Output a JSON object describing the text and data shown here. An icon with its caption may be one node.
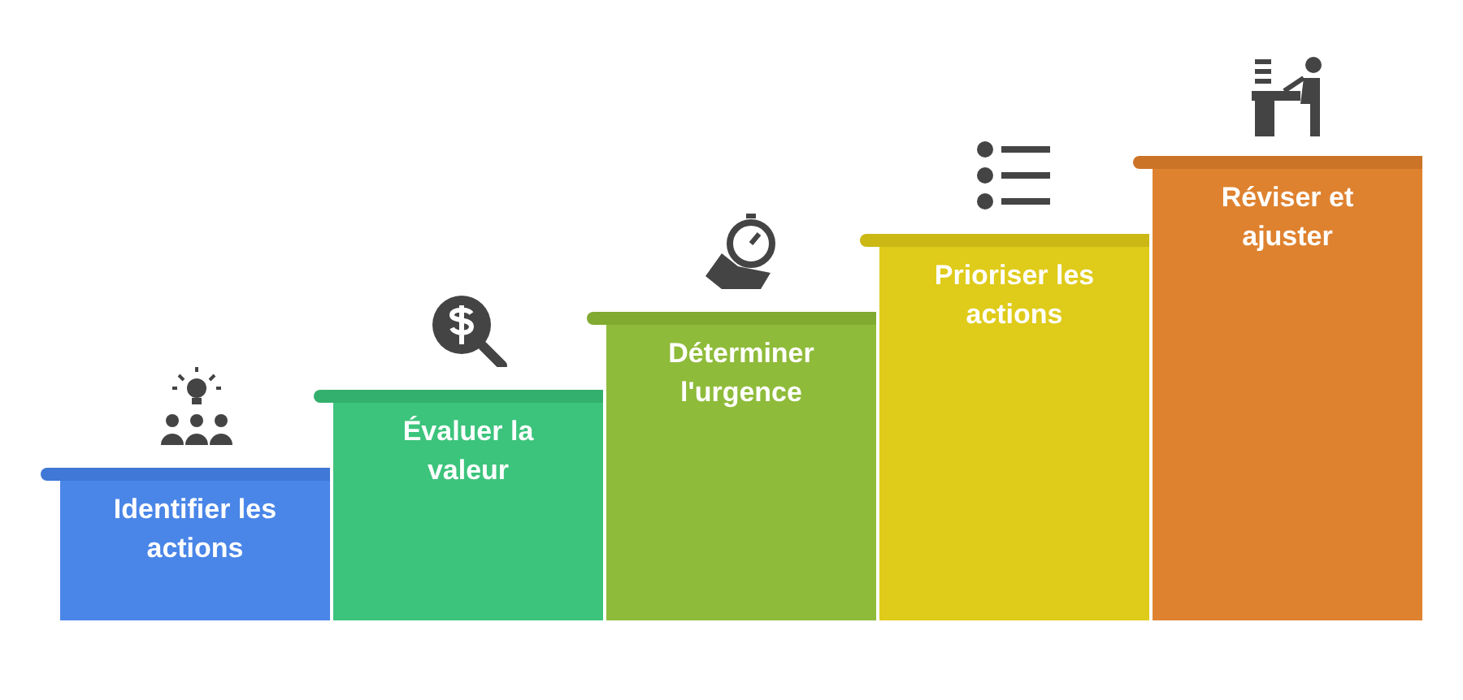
{
  "diagram": {
    "nodes": [
      {
        "text": [
          "Identifier les actions"
        ]
      },
      {
        "text": [
          "Évaluer la valeur"
        ]
      },
      {
        "text": [
          "Déterminer l'urgence"
        ]
      },
      {
        "text": [
          "Prioriser les actions"
        ]
      },
      {
        "text": [
          "Réviser et ajuster"
        ]
      }
    ]
  }
}
